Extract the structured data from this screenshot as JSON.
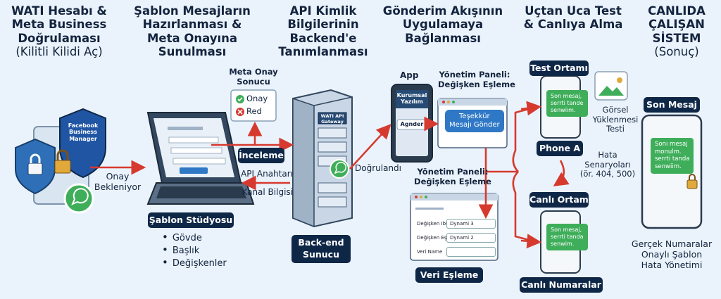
{
  "steps": [
    {
      "title_lines": [
        "WATI Hesabı &",
        "Meta Business",
        "Doğrulaması"
      ],
      "subtitle": "(Kilitli Kilidi Aç)"
    },
    {
      "title_lines": [
        "Şablon Mesajların",
        "Hazırlanması &",
        "Meta Onayına",
        "Sunulması"
      ]
    },
    {
      "title_lines": [
        "API Kimlik",
        "Bilgilerinin",
        "Backend'e",
        "Tanımlanması"
      ]
    },
    {
      "title_lines": [
        "Gönderim Akışının",
        "Uygulamaya",
        "Bağlanması"
      ]
    },
    {
      "title_lines": [
        "Uçtan Uca Test",
        "& Canlıya Alma"
      ]
    },
    {
      "title_lines": [
        "CANLIDA",
        "ÇALIŞAN",
        "SİSTEM"
      ],
      "subtitle": "(Sonuç)"
    }
  ],
  "step1": {
    "shield_text": [
      "Facebook",
      "Business",
      "Manager"
    ],
    "arrow_label": [
      "Onay",
      "Bekleniyor"
    ]
  },
  "step2": {
    "meta_result_title": [
      "Meta Onay",
      "Sonucu"
    ],
    "approve": "Onay",
    "reject": "Red",
    "review_label": "İnceleme",
    "studio_label": "Şablon Stüdyosu",
    "bullets": [
      "Gövde",
      "Başlık",
      "Değişkenler"
    ],
    "api_key_label": "API Anahtarı",
    "channel_label": "Kanal Bilgisi"
  },
  "step3": {
    "server_text": [
      "WATI API",
      "Gateway"
    ],
    "server_label": [
      "Back-end",
      "Sunucu"
    ],
    "verified_label": "Doğrulandı"
  },
  "step4": {
    "app_title": "App",
    "app_header": [
      "Kurumsal",
      "Yazılım"
    ],
    "app_send": "Agnder",
    "panel1_title": [
      "Yönetim Paneli:",
      "Değişken Eşleme"
    ],
    "panel1_button": [
      "Teşekkür",
      "Mesajı Gönder"
    ],
    "panel2_title": [
      "Yönetim Paneli:",
      "Değişken Eşleme"
    ],
    "panel2_rows": [
      {
        "label": "Değişken Ibunu",
        "value": "Dynami 3"
      },
      {
        "label": "Değişken Eşleme",
        "value": "Dynami 2"
      },
      {
        "label": "Veri Name",
        "value": ""
      }
    ],
    "data_mapping_label": "Veri Eşleme"
  },
  "step5": {
    "test_env": "Test Ortamı",
    "test_bubble": [
      "Son mesaj,",
      "serrti tande",
      "senwiim."
    ],
    "image_test": [
      "Görsel",
      "Yüklenmesi",
      "Testi"
    ],
    "phone_a": "Phone A",
    "error_scenarios": [
      "Hata",
      "Senaryoları",
      "(ör. 404, 500)"
    ],
    "live_env": "Canlı Ortam",
    "live_bubble": [
      "Son mesaj,",
      "serrti tanda",
      "senwim."
    ],
    "live_numbers": "Canlı Numaralar"
  },
  "step6": {
    "last_message": "Son Mesaj",
    "bubble": [
      "Sonı mesaj",
      "monulm.",
      "serrti tanda",
      "senwiim."
    ],
    "results": [
      "Gerçek Numaralar",
      "Onaylı Şablon",
      "Hata Yönetimi"
    ]
  },
  "colors": {
    "navy": "#0f2747",
    "arrow_red": "#d63a2f",
    "whatsapp_green": "#3fae5a",
    "blue": "#2f78c6"
  }
}
